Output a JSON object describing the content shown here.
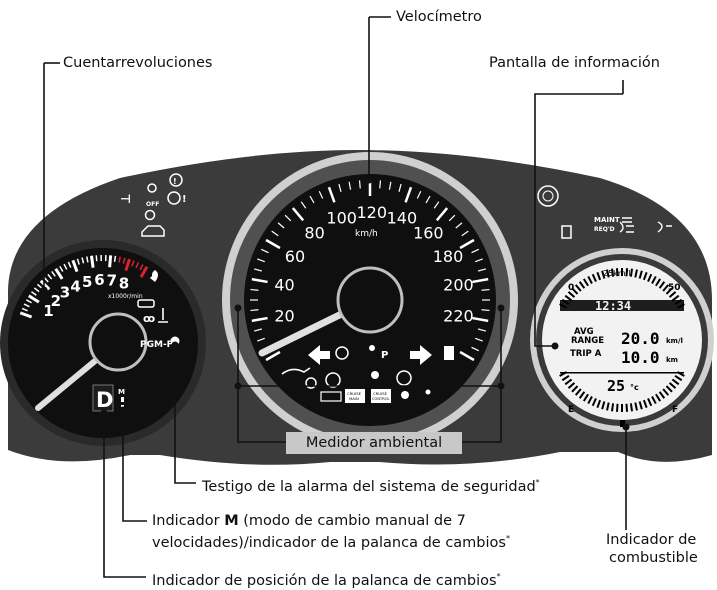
{
  "labels": {
    "tachometer": "Cuentarrevoluciones",
    "speedometer": "Velocímetro",
    "info_display": "Pantalla de información",
    "ambient_meter": "Medidor ambiental",
    "security_alarm_prefix": "Testigo de la alarma del sistema de seguridad",
    "m_indicator_prefix": "Indicador ",
    "m_indicator_bold": "M",
    "m_indicator_line1_rest": " (modo de cambio manual de 7",
    "m_indicator_line2": "velocidades)/indicador de la palanca de cambios",
    "fuel_gauge_line1": "Indicador de",
    "fuel_gauge_line2": "combustible",
    "shift_position": "Indicador de posición de la palanca de cambios",
    "asterisk": "*"
  },
  "tachometer": {
    "ticks": [
      "1",
      "2",
      "3",
      "4",
      "5",
      "6",
      "7",
      "8"
    ],
    "unit": "x1000r/min"
  },
  "speedometer": {
    "ticks": [
      "20",
      "40",
      "60",
      "80",
      "100",
      "120",
      "140",
      "160",
      "180",
      "200",
      "220"
    ],
    "unit": "km/h"
  },
  "info_display": {
    "scale_label": "25km/l",
    "scale_min": "0",
    "scale_max": "50",
    "time": "12:34",
    "avg_label": "AVG",
    "range_label": "RANGE",
    "avg_value": "20.0",
    "avg_unit": "km/l",
    "trip_label": "TRIP A",
    "trip_value": "10.0",
    "trip_unit": "km",
    "temperature": "25",
    "temperature_unit": "°c",
    "fuel_empty": "E",
    "fuel_full": "F"
  },
  "warning_text": {
    "pgm": "PGM-FI",
    "maint": "MAINT",
    "reqd": "REQ'D",
    "off": "OFF",
    "cruise_main": "CRUISE MAIN",
    "cruise_control": "CRUISE CONTROL",
    "cruise": "CRUISE",
    "main": "MAIN",
    "control": "CONTROL"
  },
  "shift": {
    "gear": "D",
    "mode": "M"
  },
  "colors": {
    "cluster_body": "#3b3b3b",
    "gauge_face": "#0f0f0f",
    "ring": "#9a9a9a",
    "red_zone": "#d9232e",
    "leader": "#111111"
  }
}
